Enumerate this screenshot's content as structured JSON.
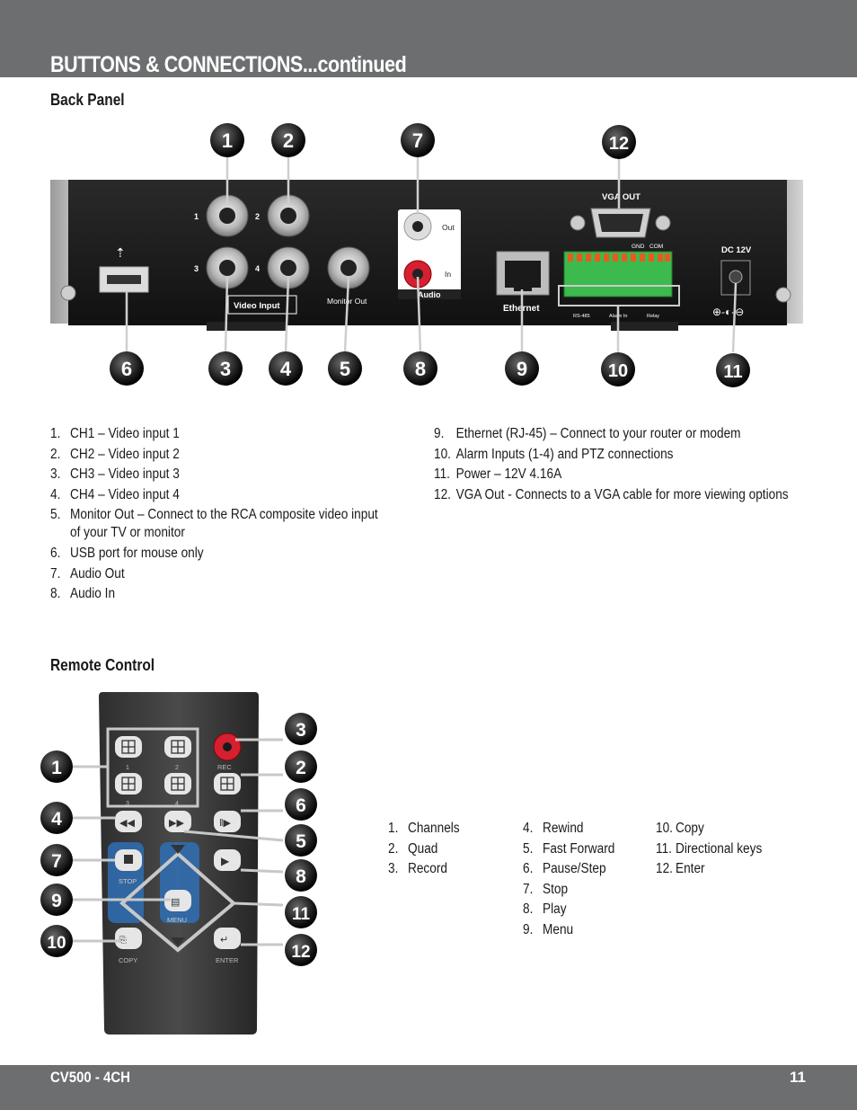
{
  "header": {
    "title": "BUTTONS & CONNECTIONS...continued"
  },
  "back_panel": {
    "heading": "Back Panel",
    "device_labels": {
      "ch1": "1",
      "ch2": "2",
      "ch3": "3",
      "ch4": "4",
      "video_input": "Video Input",
      "monitor_out": "Monitor Out",
      "out": "Out",
      "in": "In",
      "audio": "Audio",
      "ethernet": "Ethernet",
      "vga_out": "VGA OUT",
      "gnd": "GND",
      "com": "COM",
      "rs485": "RS-485",
      "alarm_in": "Alarm In",
      "relay": "Relay",
      "dc12v": "DC 12V"
    },
    "callouts": [
      "1",
      "2",
      "3",
      "4",
      "5",
      "6",
      "7",
      "8",
      "9",
      "10",
      "11",
      "12"
    ],
    "items_left": [
      {
        "num": "1.",
        "text": "CH1 – Video input 1"
      },
      {
        "num": "2.",
        "text": "CH2 – Video input 2"
      },
      {
        "num": "3.",
        "text": "CH3 – Video input 3"
      },
      {
        "num": "4.",
        "text": "CH4 – Video input 4"
      },
      {
        "num": "5.",
        "text": "Monitor Out – Connect to the RCA composite video input",
        "cont": "of your TV or monitor"
      },
      {
        "num": "6.",
        "text": "USB port for mouse only"
      },
      {
        "num": "7.",
        "text": "Audio Out"
      },
      {
        "num": "8.",
        "text": "Audio In"
      }
    ],
    "items_right": [
      {
        "num": "9.",
        "text": "Ethernet (RJ-45) – Connect to your router or modem"
      },
      {
        "num": "10.",
        "text": "Alarm Inputs (1-4) and PTZ connections"
      },
      {
        "num": "11.",
        "text": "Power – 12V 4.16A"
      },
      {
        "num": "12.",
        "text": "VGA Out - Connects to a VGA cable for more viewing options"
      }
    ]
  },
  "remote": {
    "heading": "Remote Control",
    "device_labels": {
      "ch1": "1",
      "ch2": "2",
      "ch3": "3",
      "ch4": "4",
      "rec": "REC",
      "stop": "STOP",
      "menu": "MENU",
      "copy": "COPY",
      "enter": "ENTER"
    },
    "callouts": [
      "1",
      "2",
      "3",
      "4",
      "5",
      "6",
      "7",
      "8",
      "9",
      "10",
      "11",
      "12"
    ],
    "col1": [
      {
        "num": "1.",
        "text": "Channels"
      },
      {
        "num": "2.",
        "text": "Quad"
      },
      {
        "num": "3.",
        "text": "Record"
      }
    ],
    "col2": [
      {
        "num": "4.",
        "text": "Rewind"
      },
      {
        "num": "5.",
        "text": "Fast Forward"
      },
      {
        "num": "6.",
        "text": "Pause/Step"
      },
      {
        "num": "7.",
        "text": "Stop"
      },
      {
        "num": "8.",
        "text": "Play"
      },
      {
        "num": "9.",
        "text": "Menu"
      }
    ],
    "col3": [
      {
        "num": "10.",
        "text": "Copy"
      },
      {
        "num": "11.",
        "text": "Directional keys"
      },
      {
        "num": "12.",
        "text": "Enter"
      }
    ]
  },
  "footer": {
    "model": "CV500 - 4CH",
    "page_number": "11"
  },
  "colors": {
    "header_gray": "#6d6e70",
    "callout_black": "#1a1a1a",
    "terminal_green": "#3dba4e",
    "audio_red": "#d42030"
  }
}
